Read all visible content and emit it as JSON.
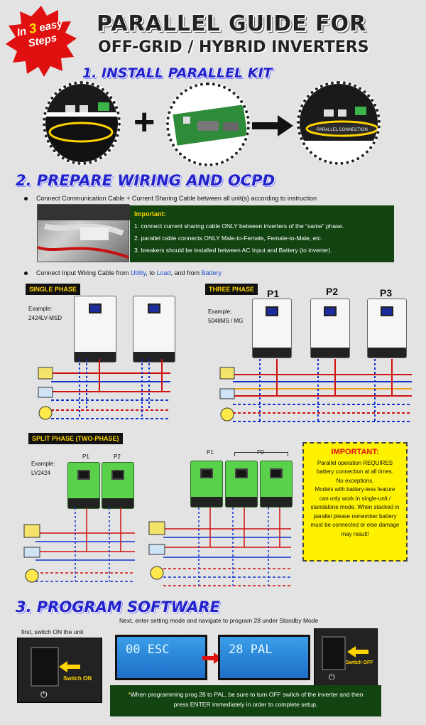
{
  "header": {
    "badge_prefix": "In",
    "badge_num": "3",
    "badge_suffix": "easy",
    "badge_line2": "Steps",
    "title_line1": "PARALLEL GUIDE FOR",
    "title_line2": "OFF-GRID / HYBRID INVERTERS"
  },
  "step1": {
    "title": "1. INSTALL PARALLEL KIT",
    "connection_label": "PARALLEL CONNECTION"
  },
  "step2": {
    "title": "2. PREPARE WIRING AND OCPD",
    "bullet1": "Connect Communication Cable + Current Sharing Cable between all unit(s) according to instruction",
    "important_title": "Important:",
    "important_items": [
      "1. connect current sharing cable ONLY between inverters of the “same” phase.",
      "2. parallel cable connects ONLY Male-to-Female, Female-to-Male, etc.",
      "3. breakers should be installed between AC Input and Battery (to inverter)."
    ],
    "bullet2_a": "Connect Input Wiring Cable from ",
    "bullet2_utility": "Utility",
    "bullet2_b": ", to ",
    "bullet2_load": "Load",
    "bullet2_c": ", and from ",
    "bullet2_battery": "Battery",
    "single_phase_label": "SINGLE PHASE",
    "single_example_label": "Example:",
    "single_example_model": "2424LV-MSD",
    "three_phase_label": "THREE PHASE",
    "p1": "P1",
    "p2": "P2",
    "p3": "P3",
    "three_example_label": "Example:",
    "three_example_model": "5048MS / MG",
    "split_phase_label": "SPLIT PHASE (TWO-PHASE)",
    "split_example_label": "Example:",
    "split_example_model": "LV2424",
    "split_p1": "P1",
    "split_p2": "P2",
    "important2_title": "IMPORTANT:",
    "important2_text": [
      "Parallel operation REQUIRES",
      "battery connection at all times.",
      "No exceptions.",
      "Models with battery-less feature",
      "can only work in single-unit /",
      "standalone mode.  When stacked in",
      "parallel please remember battery",
      "must be connected or else damage",
      "may result!"
    ]
  },
  "step3": {
    "title": "3. PROGRAM SOFTWARE",
    "next_text": "Next, enter setting mode and navigate to program 28 under Standby Mode",
    "first_text": "first, switch ON the unit",
    "switch_on": "Switch ON",
    "switch_off": "Switch OFF",
    "lcd1_num": "00",
    "lcd1_text": "ESC",
    "lcd2_num": "28",
    "lcd2_text": "PAL",
    "note_star": "*",
    "note_line1": "When programming prog 28 to PAL, be sure to turn OFF switch of the inverter and then",
    "note_line2": "press ENTER immediately in order to complete setup."
  },
  "colors": {
    "section_blue": "#2222cc",
    "important_green": "#114411",
    "important_yellow": "#ffd400",
    "badge_red": "#e01010",
    "inverter_green": "#5ad14a",
    "wire_red": "#d01010",
    "wire_blue": "#1030d0"
  }
}
